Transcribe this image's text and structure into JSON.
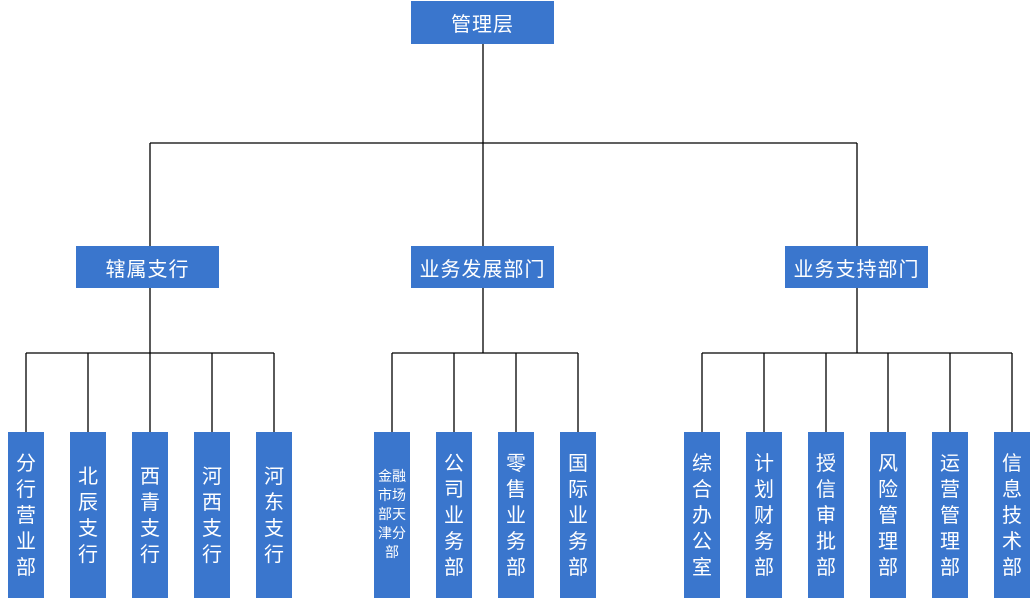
{
  "root": {
    "label": "管理层"
  },
  "groups": [
    {
      "label": "辖属支行",
      "children": [
        "分行营业部",
        "北辰支行",
        "西青支行",
        "河西支行",
        "河东支行"
      ]
    },
    {
      "label": "业务发展部门",
      "children": [
        "金融市场部天津分部",
        "公司业务部",
        "零售业务部",
        "国际业务部"
      ]
    },
    {
      "label": "业务支持部门",
      "children": [
        "综合办公室",
        "计划财务部",
        "授信审批部",
        "风险管理部",
        "运营管理部",
        "信息技术部"
      ]
    }
  ],
  "colors": {
    "node_fill": "#3a76cd",
    "node_text": "#ffffff",
    "connector": "#000000"
  }
}
